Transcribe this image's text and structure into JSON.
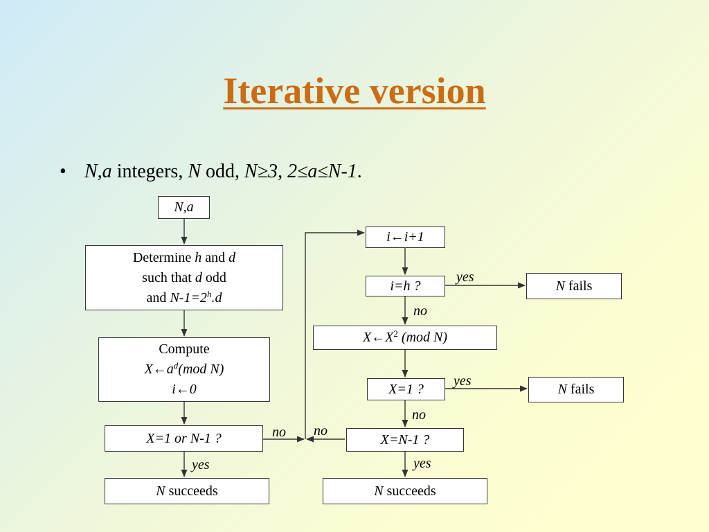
{
  "title": "Iterative version",
  "bullet": {
    "marker": "•",
    "na": "N,a",
    "t1": " integers, ",
    "n1": "N",
    "t2": " odd, ",
    "cond1": "N≥3",
    "t3": ", ",
    "cond2": "2≤a≤N-1",
    "t4": "."
  },
  "boxes": {
    "input": "N,a",
    "determine": {
      "l1a": "Determine ",
      "h": "h",
      "l1b": " and ",
      "d1": "d",
      "l2a": "such that ",
      "d2": "d",
      "l2b": " odd",
      "l3a": "and ",
      "l3b": "N-1=2",
      "l3sup": "h",
      "l3c": ".d"
    },
    "compute": {
      "l1": "Compute",
      "l2a": "X←a",
      "l2sup": "d",
      "l2b": "(mod N)",
      "l3": "i←0"
    },
    "check_first": "X=1 or N-1 ?",
    "succeeds_left": {
      "n": "N",
      "text": " succeeds"
    },
    "increment": "i←i+1",
    "check_h": "i=h ?",
    "square": {
      "a": "X←X",
      "sup": "2",
      "b": " (mod N)"
    },
    "check_x1": "X=1 ?",
    "check_xn1": "X=N-1 ?",
    "succeeds_right": {
      "n": "N",
      "text": " succeeds"
    },
    "fails_top": {
      "n": "N",
      "text": " fails"
    },
    "fails_bottom": {
      "n": "N",
      "text": " fails"
    }
  },
  "labels": {
    "yes_h": "yes",
    "no_h": "no",
    "yes_x1": "yes",
    "no_x1": "no",
    "yes_xn1": "yes",
    "no_xn1": "no",
    "no_first": "no",
    "yes_first": "yes"
  },
  "colors": {
    "title": "#cc6b14",
    "box_fill": "#ffffff",
    "line": "#333333"
  }
}
